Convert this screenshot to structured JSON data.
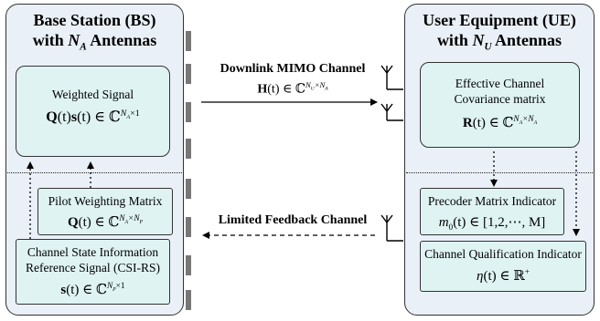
{
  "bs": {
    "title_line1": "Base Station (BS)",
    "title_line2_pre": "with ",
    "title_var": "N",
    "title_sub": "A",
    "title_line2_post": " Antennas",
    "weighted_signal": {
      "label": "Weighted Signal",
      "eq_q": "Q",
      "eq_s": "s",
      "eq_t": "(t)",
      "eq_in": " ∈ ℂ",
      "eq_sup": "N",
      "eq_supsub": "A",
      "eq_sup2": "×1"
    },
    "pilot_matrix": {
      "label": "Pilot Weighting Matrix",
      "eq_q": "Q",
      "eq_t": "(t) ∈ ℂ",
      "eq_sup": "N",
      "eq_supsub": "A",
      "eq_sup2": "×N",
      "eq_supsub2": "P"
    },
    "csi_rs": {
      "label1": "Channel State Information",
      "label2": "Reference Signal (CSI-RS)",
      "eq_s": "s",
      "eq_t": "(t) ∈ ℂ",
      "eq_sup": "N",
      "eq_supsub": "P",
      "eq_sup2": "×1"
    }
  },
  "ue": {
    "title_line1": "User Equipment (UE)",
    "title_line2_pre": "with ",
    "title_var": "N",
    "title_sub": "U",
    "title_line2_post": " Antennas",
    "covariance": {
      "label1": "Effective Channel",
      "label2": "Covariance matrix",
      "eq_r": "R",
      "eq_t": "(t) ∈ ℂ",
      "eq_sup": "N",
      "eq_supsub": "A",
      "eq_sup2": "×N",
      "eq_supsub2": "A"
    },
    "pmi": {
      "label": "Precoder Matrix Indicator",
      "eq": "m",
      "eq_sub": "0",
      "eq_rest": "(t) ∈ [1,2,⋯, M]"
    },
    "cqi": {
      "label": "Channel Qualification Indicator",
      "eq": "η",
      "eq_rest": "(t) ∈ ℝ",
      "eq_sup": "+"
    }
  },
  "downlink": {
    "label": "Downlink MIMO Channel",
    "eq_h": "H",
    "eq_t": "(t) ∈ ℂ",
    "eq_sup": "N",
    "eq_supsub": "U",
    "eq_sup2": "×N",
    "eq_supsub2": "A"
  },
  "feedback": {
    "label": "Limited Feedback Channel"
  },
  "colors": {
    "panel_bg": "#eaf0f7",
    "box_bg": "#dff3f3",
    "ticks": "#777777"
  }
}
